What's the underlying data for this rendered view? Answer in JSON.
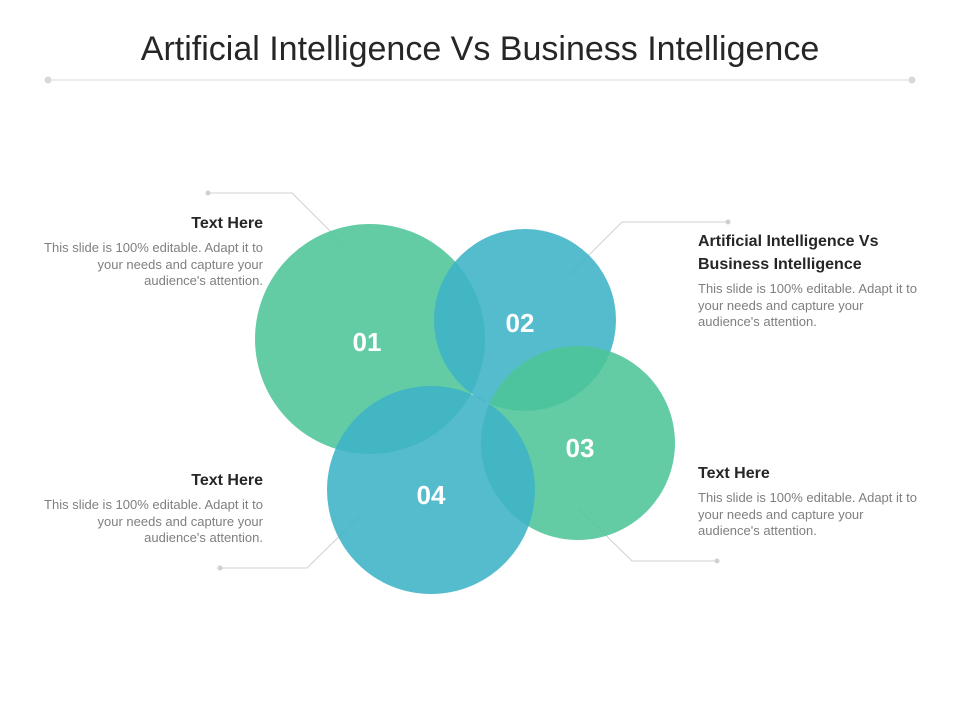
{
  "title": "Artificial Intelligence Vs Business Intelligence",
  "colors": {
    "green": "#4DC597",
    "teal": "#3DB3C7",
    "connector": "#d0d0d0",
    "title_rule": "#d9d9d9"
  },
  "circles": [
    {
      "number": "01",
      "color": "green"
    },
    {
      "number": "02",
      "color": "teal"
    },
    {
      "number": "03",
      "color": "green"
    },
    {
      "number": "04",
      "color": "teal"
    }
  ],
  "blocks": [
    {
      "heading": "Text Here",
      "body": "This slide is 100% editable. Adapt it to your needs and capture your audience's attention."
    },
    {
      "heading": "Artificial Intelligence Vs Business Intelligence",
      "body": "This slide is 100% editable. Adapt it to your needs and capture your audience's attention."
    },
    {
      "heading": "Text Here",
      "body": "This slide is 100% editable. Adapt it to your needs and capture your audience's attention."
    },
    {
      "heading": "Text Here",
      "body": "This slide is 100% editable. Adapt it to your needs and capture your audience's attention."
    }
  ]
}
